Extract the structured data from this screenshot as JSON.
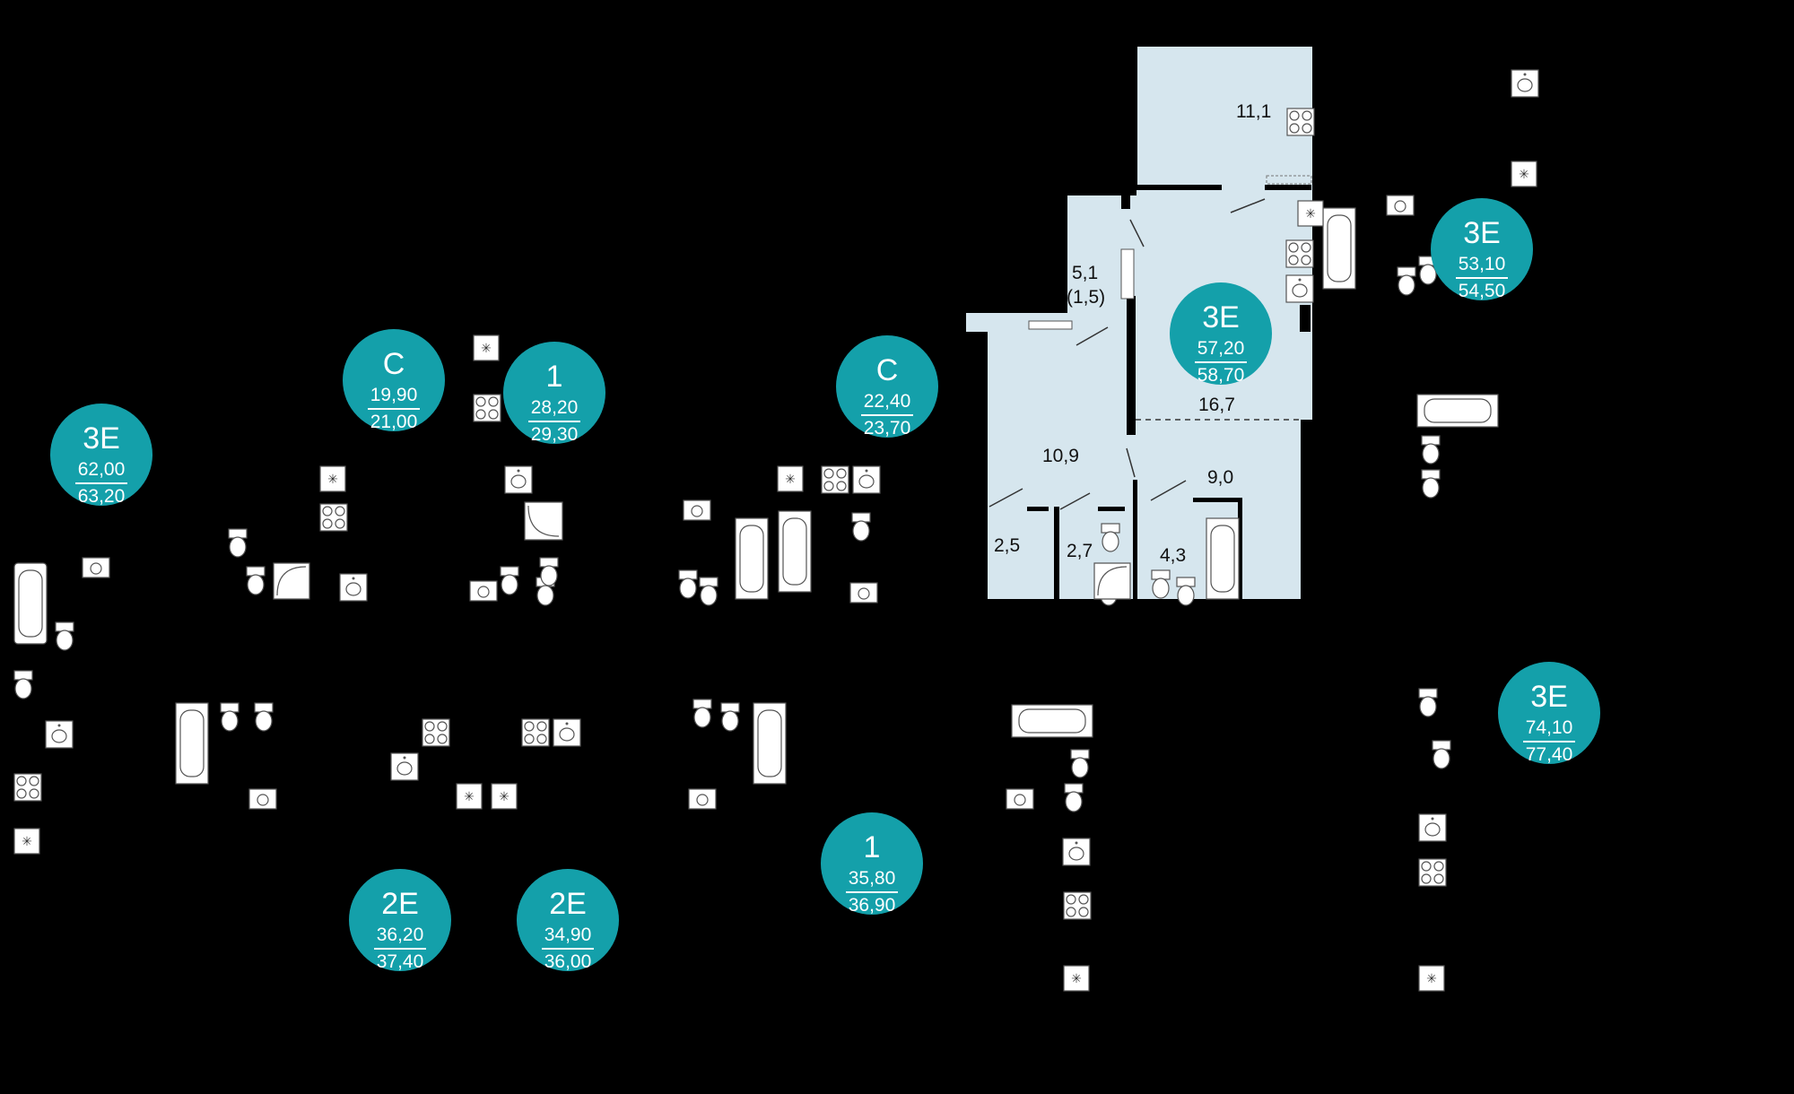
{
  "apartments": [
    {
      "id": "3e-62",
      "code": "3Е",
      "area_living": "62,00",
      "area_total": "63,20"
    },
    {
      "id": "c-19",
      "code": "С",
      "area_living": "19,90",
      "area_total": "21,00"
    },
    {
      "id": "1-28",
      "code": "1",
      "area_living": "28,20",
      "area_total": "29,30"
    },
    {
      "id": "c-22",
      "code": "С",
      "area_living": "22,40",
      "area_total": "23,70"
    },
    {
      "id": "3e-57",
      "code": "3Е",
      "area_living": "57,20",
      "area_total": "58,70"
    },
    {
      "id": "3e-53",
      "code": "3Е",
      "area_living": "53,10",
      "area_total": "54,50"
    },
    {
      "id": "3e-74",
      "code": "3Е",
      "area_living": "74,10",
      "area_total": "77,40"
    },
    {
      "id": "1-35",
      "code": "1",
      "area_living": "35,80",
      "area_total": "36,90"
    },
    {
      "id": "2e-36",
      "code": "2Е",
      "area_living": "36,20",
      "area_total": "37,40"
    },
    {
      "id": "2e-34",
      "code": "2Е",
      "area_living": "34,90",
      "area_total": "36,00"
    }
  ],
  "rooms": [
    {
      "label": "11,1"
    },
    {
      "label": "5,1"
    },
    {
      "label": "(1,5)"
    },
    {
      "label": "16,7"
    },
    {
      "label": "10,9"
    },
    {
      "label": "9,0"
    },
    {
      "label": "2,5"
    },
    {
      "label": "2,7"
    },
    {
      "label": "4,3"
    }
  ],
  "colors": {
    "background": "#000000",
    "badge": "#14a0aa",
    "highlight_apartment": "#d6e6ee",
    "fixture": "#ffffff"
  },
  "icons": [
    "bathtub-icon",
    "toilet-icon",
    "sink-icon",
    "stove-icon",
    "washer-icon",
    "vent-icon",
    "shower-icon"
  ]
}
